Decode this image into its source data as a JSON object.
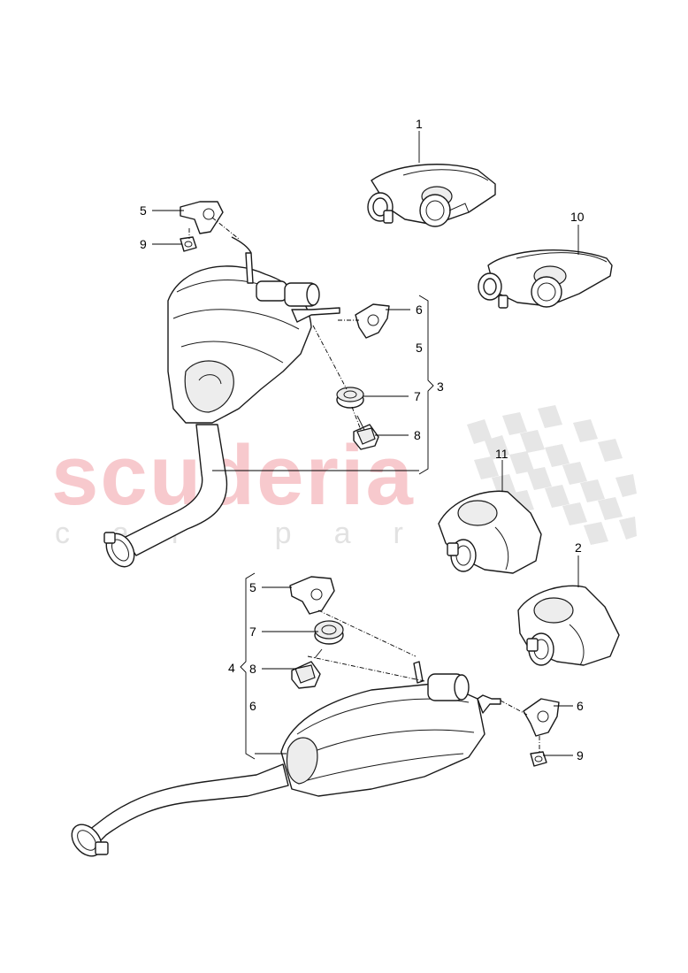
{
  "watermark": {
    "brand": "scuderia",
    "tagline": "car parts"
  },
  "callouts": {
    "top_tip_1": "1",
    "top_tip_10": "10",
    "upper_bracket_5": "5",
    "upper_nut_9": "9",
    "upper_bracket_6": "6",
    "upper_group_5": "5",
    "upper_group_3": "3",
    "upper_grommet_7": "7",
    "upper_damper_8": "8",
    "mid_tip_11": "11",
    "mid_tip_2": "2",
    "lower_bracket_5": "5",
    "lower_grommet_7": "7",
    "lower_group_4": "4",
    "lower_damper_8": "8",
    "lower_group_6": "6",
    "lower_bracket_6": "6",
    "lower_nut_9": "9"
  }
}
